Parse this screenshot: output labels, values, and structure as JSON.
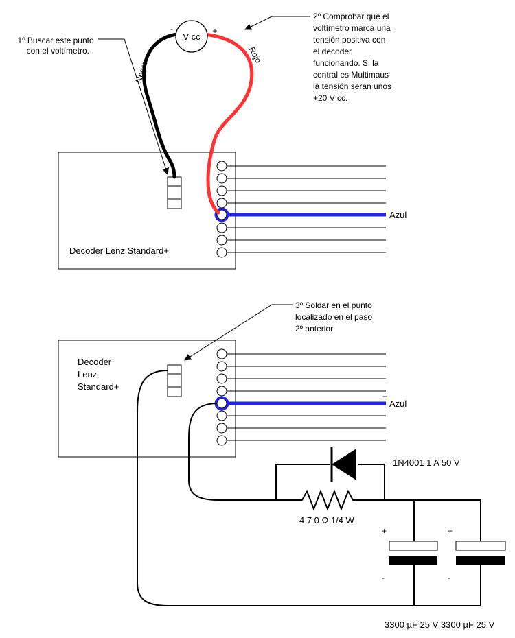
{
  "top_diagram": {
    "meter_label": "V cc",
    "meter_minus": "-",
    "meter_plus": "+",
    "wire_black_label": "Negro",
    "wire_red_label": "Rojo",
    "note_step1": [
      "1º Buscar este punto",
      "con el voltímetro."
    ],
    "note_step2": [
      "2º Comprobar que el",
      "voltímetro marca una",
      "tensión positiva con",
      "el decoder",
      "funcionando. Si la",
      "central es Multimaus",
      "la tensión serán unos",
      "+20 V cc."
    ],
    "decoder_label": "Decoder Lenz Standard+",
    "blue_wire_label": "Azul"
  },
  "bottom_diagram": {
    "note_step3": [
      "3º Soldar en el punto",
      "localizado en el paso",
      "2º anterior"
    ],
    "decoder_label": [
      "Decoder",
      "Lenz",
      "Standard+"
    ],
    "blue_wire_label": "Azul",
    "blue_wire_plus": "+",
    "diode_label": "1N4001  1 A  50 V",
    "resistor_label": "4 7 0 Ω    1/4  W",
    "cap1_plus": "+",
    "cap1_minus": "-",
    "cap2_plus": "+",
    "cap2_minus": "-",
    "caps_label": "3300 µF  25 V  3300 µF  25 V"
  },
  "colors": {
    "red_wire": "#ff3333",
    "black_wire": "#000000",
    "blue_wire": "#2222ee"
  }
}
